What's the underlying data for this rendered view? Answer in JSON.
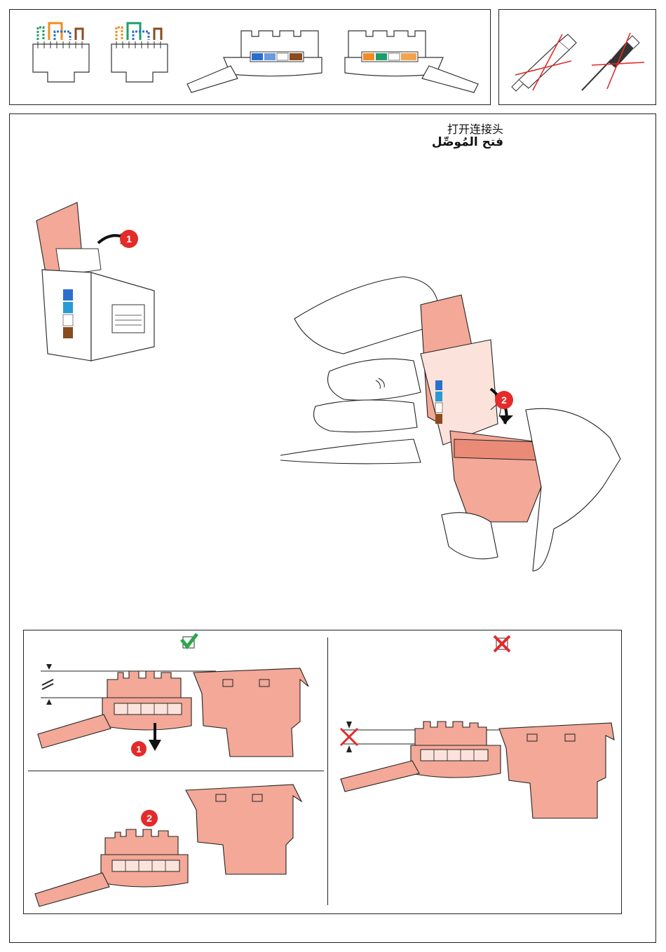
{
  "header": {
    "title_cn": "打开连接头",
    "title_ar": "فتح المُوصِّل"
  },
  "step_badges": {
    "open_latch": "1",
    "rotate_module": "2",
    "press_down": "1",
    "closed_state": "2"
  },
  "check_mark": "✔",
  "cross_mark": "✘",
  "icons": [
    "rj45-t568a-icon",
    "rj45-t568b-icon",
    "punch-down-tool-forbidden-icon",
    "screwdriver-forbidden-icon"
  ],
  "colors": {
    "accent_red": "#e52a2a",
    "connector_pink": "#f3a898",
    "connector_pink_dark": "#e98b77",
    "ok_green": "#2aa84a",
    "wire_green": "#1b9e6e",
    "wire_orange": "#f08c22",
    "wire_blue": "#2a6fcf",
    "wire_brown": "#8a4b1f"
  }
}
